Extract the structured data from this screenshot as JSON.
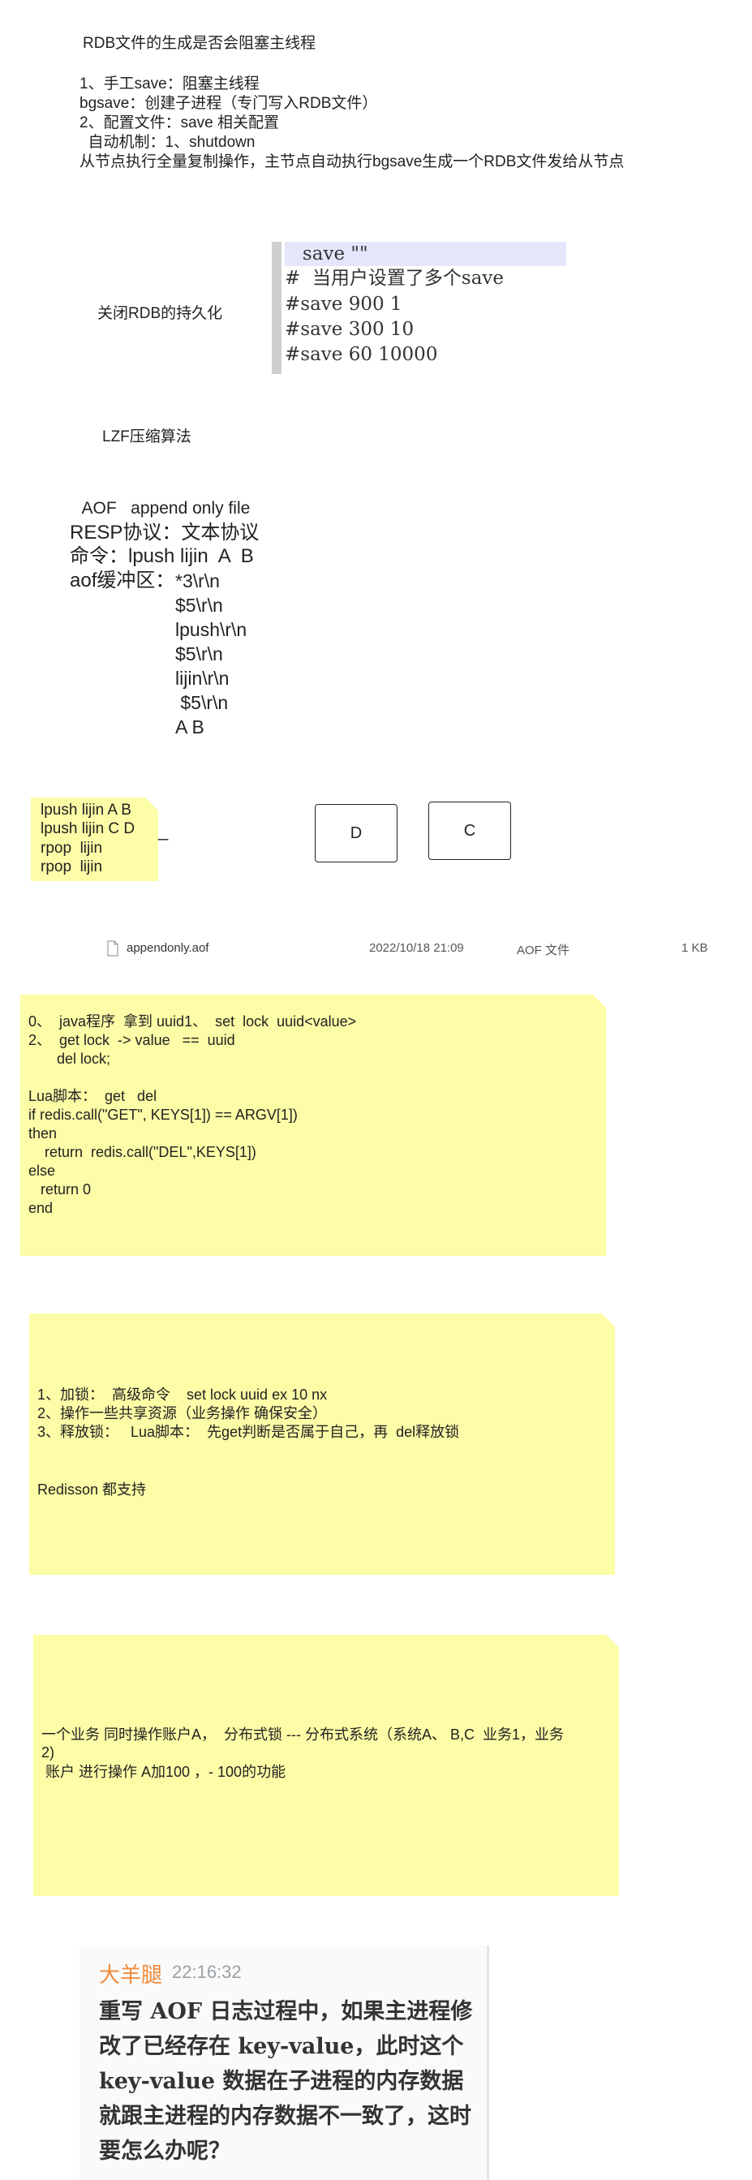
{
  "rdb": {
    "title": "RDB文件的生成是否会阻塞主线程",
    "lines": [
      "1、手工save：阻塞主线程",
      "bgsave：创建子进程（专门写入RDB文件）",
      "2、配置文件：save 相关配置",
      "  自动机制：1、shutdown",
      "从节点执行全量复制操作，主节点自动执行bgsave生成一个RDB文件发给从节点"
    ]
  },
  "close_rdb": {
    "label": "关闭RDB的持久化",
    "code": [
      "   save \"\"",
      "#  当用户设置了多个save",
      "#save 900 1",
      "#save 300 10",
      "#save 60 10000"
    ]
  },
  "lzf": {
    "label": "LZF压缩算法"
  },
  "aof": {
    "title": "  AOF   append only file",
    "resp": "RESP协议：文本协议",
    "cmd": "命令：lpush lijin  A  B",
    "buffer_label": "aof缓冲区：",
    "buffer_lines": [
      "*3\\r\\n",
      "$5\\r\\n",
      "lpush\\r\\n",
      "$5\\r\\n",
      "lijin\\r\\n",
      " $5\\r\\n",
      "A B"
    ]
  },
  "sticky_small": {
    "lines": [
      "lpush lijin A B",
      "lpush lijin C D",
      "rpop  lijin",
      "rpop  lijin"
    ],
    "cursor": "_"
  },
  "boxes": {
    "d": "D",
    "c": "C"
  },
  "file_row": {
    "name": "appendonly.aof",
    "date": "2022/10/18 21:09",
    "type": "AOF 文件",
    "size": "1 KB"
  },
  "sticky_lock": {
    "lines": [
      "0、  java程序  拿到 uuid1、  set  lock  uuid<value>",
      "2、  get lock  -> value   ==  uuid",
      "       del lock;",
      "",
      "Lua脚本：  get   del",
      "if redis.call(\"GET\", KEYS[1]) == ARGV[1])",
      "then",
      "    return  redis.call(\"DEL\",KEYS[1])",
      "else",
      "   return 0",
      "end"
    ]
  },
  "sticky_steps": {
    "lines": [
      "1、加锁：  高级命令    set lock uuid ex 10 nx",
      "2、操作一些共享资源（业务操作 确保安全）",
      "3、释放锁：   Lua脚本：  先get判断是否属于自己，再  del释放锁"
    ],
    "footer": "Redisson 都支持"
  },
  "sticky_biz": {
    "lines": [
      "一个业务 同时操作账户A，  分布式锁 --- 分布式系统（系统A、 B,C  业务1，业务",
      "2)",
      " 账户 进行操作 A加100 ，- 100的功能"
    ]
  },
  "chat": {
    "name": "大羊腿",
    "time": "22:16:32",
    "message": "重写  AOF  日志过程中，如果主进程修改了已经存在  key-value，此时这个  key-value  数据在子进程的内存数据就跟主进程的内存数据不一致了，这时要怎么办呢？"
  }
}
